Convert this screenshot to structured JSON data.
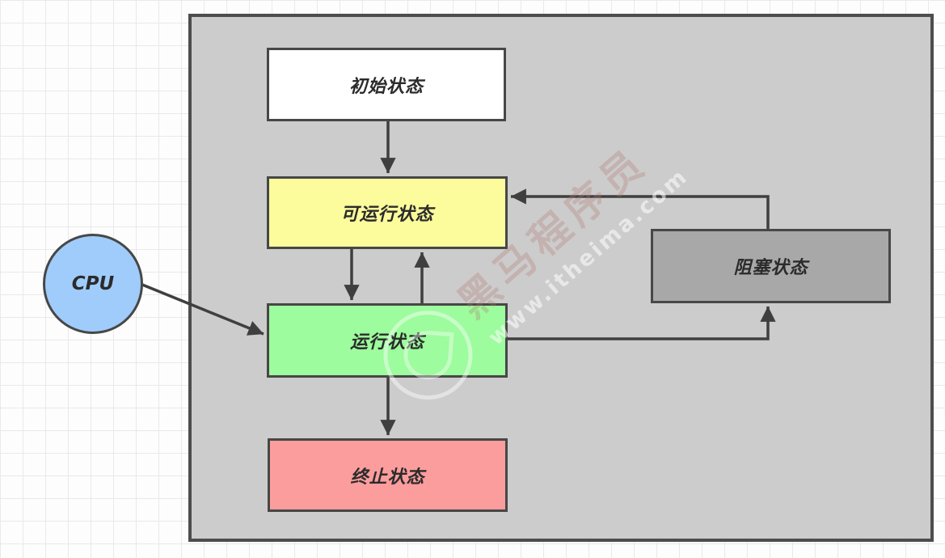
{
  "diagram": {
    "type": "flowchart",
    "subject": "thread-state-transitions",
    "colors": {
      "page_grid": "#e9e9e9",
      "container_fill": "#cccccc",
      "container_border": "#4d4d4d",
      "node_border": "#474747",
      "edge_color": "#3f3f3f",
      "initial_fill": "#ffffff",
      "runnable_fill": "#fcfc9d",
      "running_fill": "#9dfc9d",
      "terminated_fill": "#fc9d9d",
      "blocked_fill": "#a8a8a8",
      "cpu_fill": "#9fccfa"
    },
    "nodes": [
      {
        "id": "initial",
        "label": "初始状态",
        "shape": "rect",
        "fill": "#ffffff"
      },
      {
        "id": "runnable",
        "label": "可运行状态",
        "shape": "rect",
        "fill": "#fcfc9d"
      },
      {
        "id": "running",
        "label": "运行状态",
        "shape": "rect",
        "fill": "#9dfc9d"
      },
      {
        "id": "terminated",
        "label": "终止状态",
        "shape": "rect",
        "fill": "#fc9d9d"
      },
      {
        "id": "blocked",
        "label": "阻塞状态",
        "shape": "rect",
        "fill": "#a8a8a8"
      },
      {
        "id": "cpu",
        "label": "CPU",
        "shape": "circle",
        "fill": "#9fccfa"
      }
    ],
    "edges": [
      {
        "from": "initial",
        "to": "runnable"
      },
      {
        "from": "runnable",
        "to": "running"
      },
      {
        "from": "running",
        "to": "runnable"
      },
      {
        "from": "running",
        "to": "terminated"
      },
      {
        "from": "running",
        "to": "blocked"
      },
      {
        "from": "blocked",
        "to": "runnable"
      },
      {
        "from": "cpu",
        "to": "running"
      }
    ],
    "watermark": {
      "brand": "黑马程序员",
      "url": "www.itheima.com"
    }
  }
}
